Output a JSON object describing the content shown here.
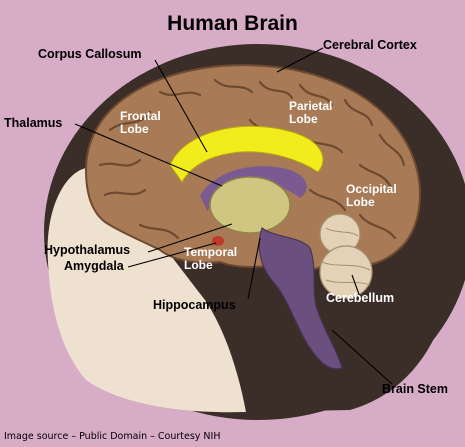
{
  "title": "Human Brain",
  "labels": {
    "corpus_callosum": "Corpus Callosum",
    "cerebral_cortex": "Cerebral Cortex",
    "thalamus": "Thalamus",
    "hypothalamus": "Hypothalamus",
    "amygdala": "Amygdala",
    "hippocampus": "Hippocampus",
    "cerebellum": "Cerebellum",
    "brain_stem": "Brain Stem",
    "frontal_lobe": [
      "Frontal",
      "Lobe"
    ],
    "parietal_lobe": [
      "Parietal",
      "Lobe"
    ],
    "occipital_lobe": [
      "Occipital",
      "Lobe"
    ],
    "temporal_lobe": [
      "Temporal",
      "Lobe"
    ]
  },
  "source": "Image source – Public Domain – Courtesy NIH",
  "colors": {
    "background": "#d7acc7",
    "head_shell": "#3b2e29",
    "cavity": "#efe1d0",
    "cortex": "#a87a55",
    "cortex_sulci": "#6e4a31",
    "corpus_callosum": "#f2ec1c",
    "thalamus": "#d1c681",
    "brain_stem": "#6b4f7e",
    "cerebellum": "#e3d2b6",
    "amygdala": "#c0392b"
  }
}
